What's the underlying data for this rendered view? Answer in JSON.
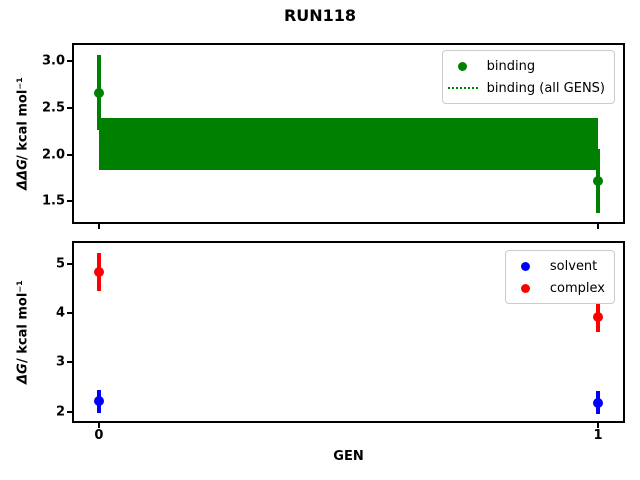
{
  "figure": {
    "title": "RUN118",
    "background": "#ffffff"
  },
  "colors": {
    "binding": "#008000",
    "solvent": "#0000ff",
    "complex": "#ff0000",
    "legend_border": "#cccccc",
    "axes": "#000000"
  },
  "chart_data": [
    {
      "type": "scatter",
      "ylabel_math": "ΔΔG",
      "ylabel_units": " / kcal mol⁻¹",
      "ylim": [
        1.28,
        3.17
      ],
      "yticks": [
        1.5,
        2.0,
        2.5,
        3.0
      ],
      "ytick_labels": [
        "1.5",
        "2.0",
        "2.5",
        "3.0"
      ],
      "xlim": [
        -0.05,
        1.05
      ],
      "xticks": [
        0,
        1
      ],
      "xtick_labels": [
        "0",
        "1"
      ],
      "show_xtick_labels": false,
      "xlabel": "",
      "grid": false,
      "legend_position": "upper right",
      "band": {
        "label": "binding (all GENS)",
        "color": "#008000",
        "x_from": 0,
        "x_to": 1,
        "y_from": 1.84,
        "y_to": 2.39
      },
      "series": [
        {
          "name": "binding",
          "color": "#008000",
          "marker": "dot",
          "points": [
            {
              "x": 0,
              "y": 2.66,
              "err_lo": 2.26,
              "err_hi": 3.06
            },
            {
              "x": 1,
              "y": 1.72,
              "err_lo": 1.38,
              "err_hi": 2.06
            }
          ]
        }
      ],
      "legend": [
        {
          "label": "binding",
          "marker": "dot",
          "color": "#008000"
        },
        {
          "label": "binding (all GENS)",
          "marker": "dotted-line",
          "color": "#008000"
        }
      ]
    },
    {
      "type": "scatter",
      "ylabel_math": "ΔG",
      "ylabel_units": " / kcal mol⁻¹",
      "ylim": [
        1.81,
        5.43
      ],
      "yticks": [
        2,
        3,
        4,
        5
      ],
      "ytick_labels": [
        "2",
        "3",
        "4",
        "5"
      ],
      "xlim": [
        -0.05,
        1.05
      ],
      "xticks": [
        0,
        1
      ],
      "xtick_labels": [
        "0",
        "1"
      ],
      "show_xtick_labels": true,
      "xlabel": "GEN",
      "grid": false,
      "legend_position": "upper right",
      "band": null,
      "series": [
        {
          "name": "solvent",
          "color": "#0000ff",
          "marker": "dot",
          "points": [
            {
              "x": 0,
              "y": 2.21,
              "err_lo": 1.97,
              "err_hi": 2.45
            },
            {
              "x": 1,
              "y": 2.18,
              "err_lo": 1.95,
              "err_hi": 2.41
            }
          ]
        },
        {
          "name": "complex",
          "color": "#ff0000",
          "marker": "dot",
          "points": [
            {
              "x": 0,
              "y": 4.84,
              "err_lo": 4.45,
              "err_hi": 5.23
            },
            {
              "x": 1,
              "y": 3.93,
              "err_lo": 3.62,
              "err_hi": 4.24
            }
          ]
        }
      ],
      "legend": [
        {
          "label": "solvent",
          "marker": "dot",
          "color": "#0000ff"
        },
        {
          "label": "complex",
          "marker": "dot",
          "color": "#ff0000"
        }
      ]
    }
  ]
}
